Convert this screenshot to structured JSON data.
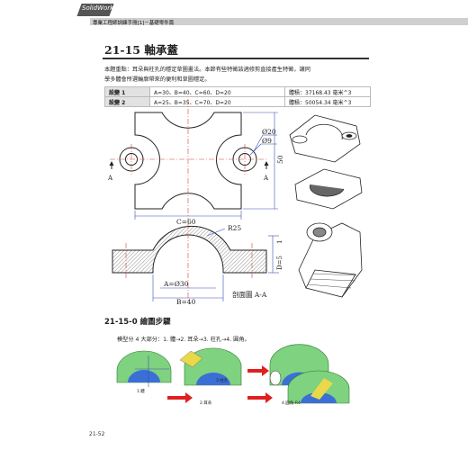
{
  "header": {
    "badge": "SolidWorks",
    "subtitle": "專業工程師訓練手冊[1]－基礎零件篇"
  },
  "section": {
    "title": "21-15 軸承蓋",
    "intro_lines": [
      "本題重點：耳朵與柱孔的穩定草圖畫法。本節有些特徵該適修剪直接產生特徵，讓同",
      "學多體會所選輪廓帶來的便利和草圖穩定。"
    ]
  },
  "settings": [
    {
      "label": "設變 1",
      "params": "A=30、B=40、C=60、D=20",
      "volume": "體積：37168.43 毫米^3"
    },
    {
      "label": "設變 2",
      "params": "A=25、B=35、C=70、D=20",
      "volume": "體積：50054.34 毫米^3"
    }
  ],
  "drawing": {
    "dim_phi20": "Ø20",
    "dim_phi9": "Ø9",
    "dim_50": "50",
    "dim_c": "C=60",
    "dim_r25": "R25",
    "dim_1": "1",
    "dim_d": "D=5",
    "dim_a": "A=Ø30",
    "dim_b": "B=40",
    "section_label": "剖面圖 A-A",
    "arrow_a_left": "A",
    "arrow_a_right": "A"
  },
  "steps": {
    "title": "21-15-0 繪圖步驟",
    "text": "模型分 4 大部分：1. 體→2. 耳朵→3. 柱孔→4. 圓角。",
    "tags": [
      "1.體",
      "2.耳朵",
      "3.柱孔",
      "4.圓角-R4"
    ]
  },
  "page_number": "21-52",
  "colors": {
    "header_bar": "#cfcfcf",
    "badge": "#555555",
    "center_line": "#d44040",
    "dim_line": "#3a4fb0",
    "arrow_red": "#e02020",
    "model_green": "#7fd27f",
    "model_blue": "#3b6fd6",
    "model_yellow": "#e8d84a"
  }
}
